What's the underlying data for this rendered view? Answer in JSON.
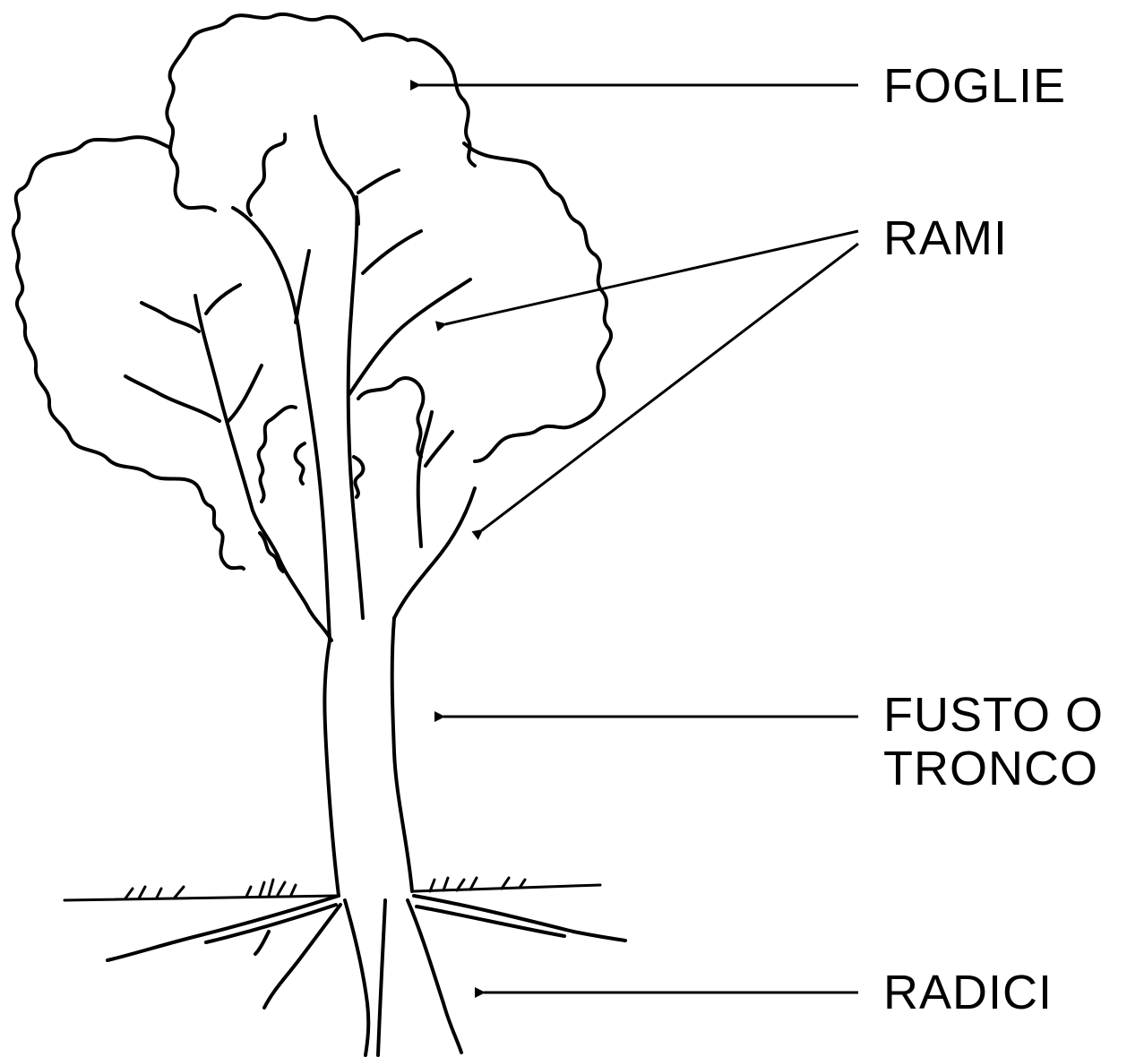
{
  "labels": {
    "foglie": "FOGLIE",
    "rami": "RAMI",
    "fusto_line1": "FUSTO O",
    "fusto_line2": "TRONCO",
    "radici": "RADICI"
  },
  "colors": {
    "ink": "#000000",
    "background": "#ffffff"
  }
}
